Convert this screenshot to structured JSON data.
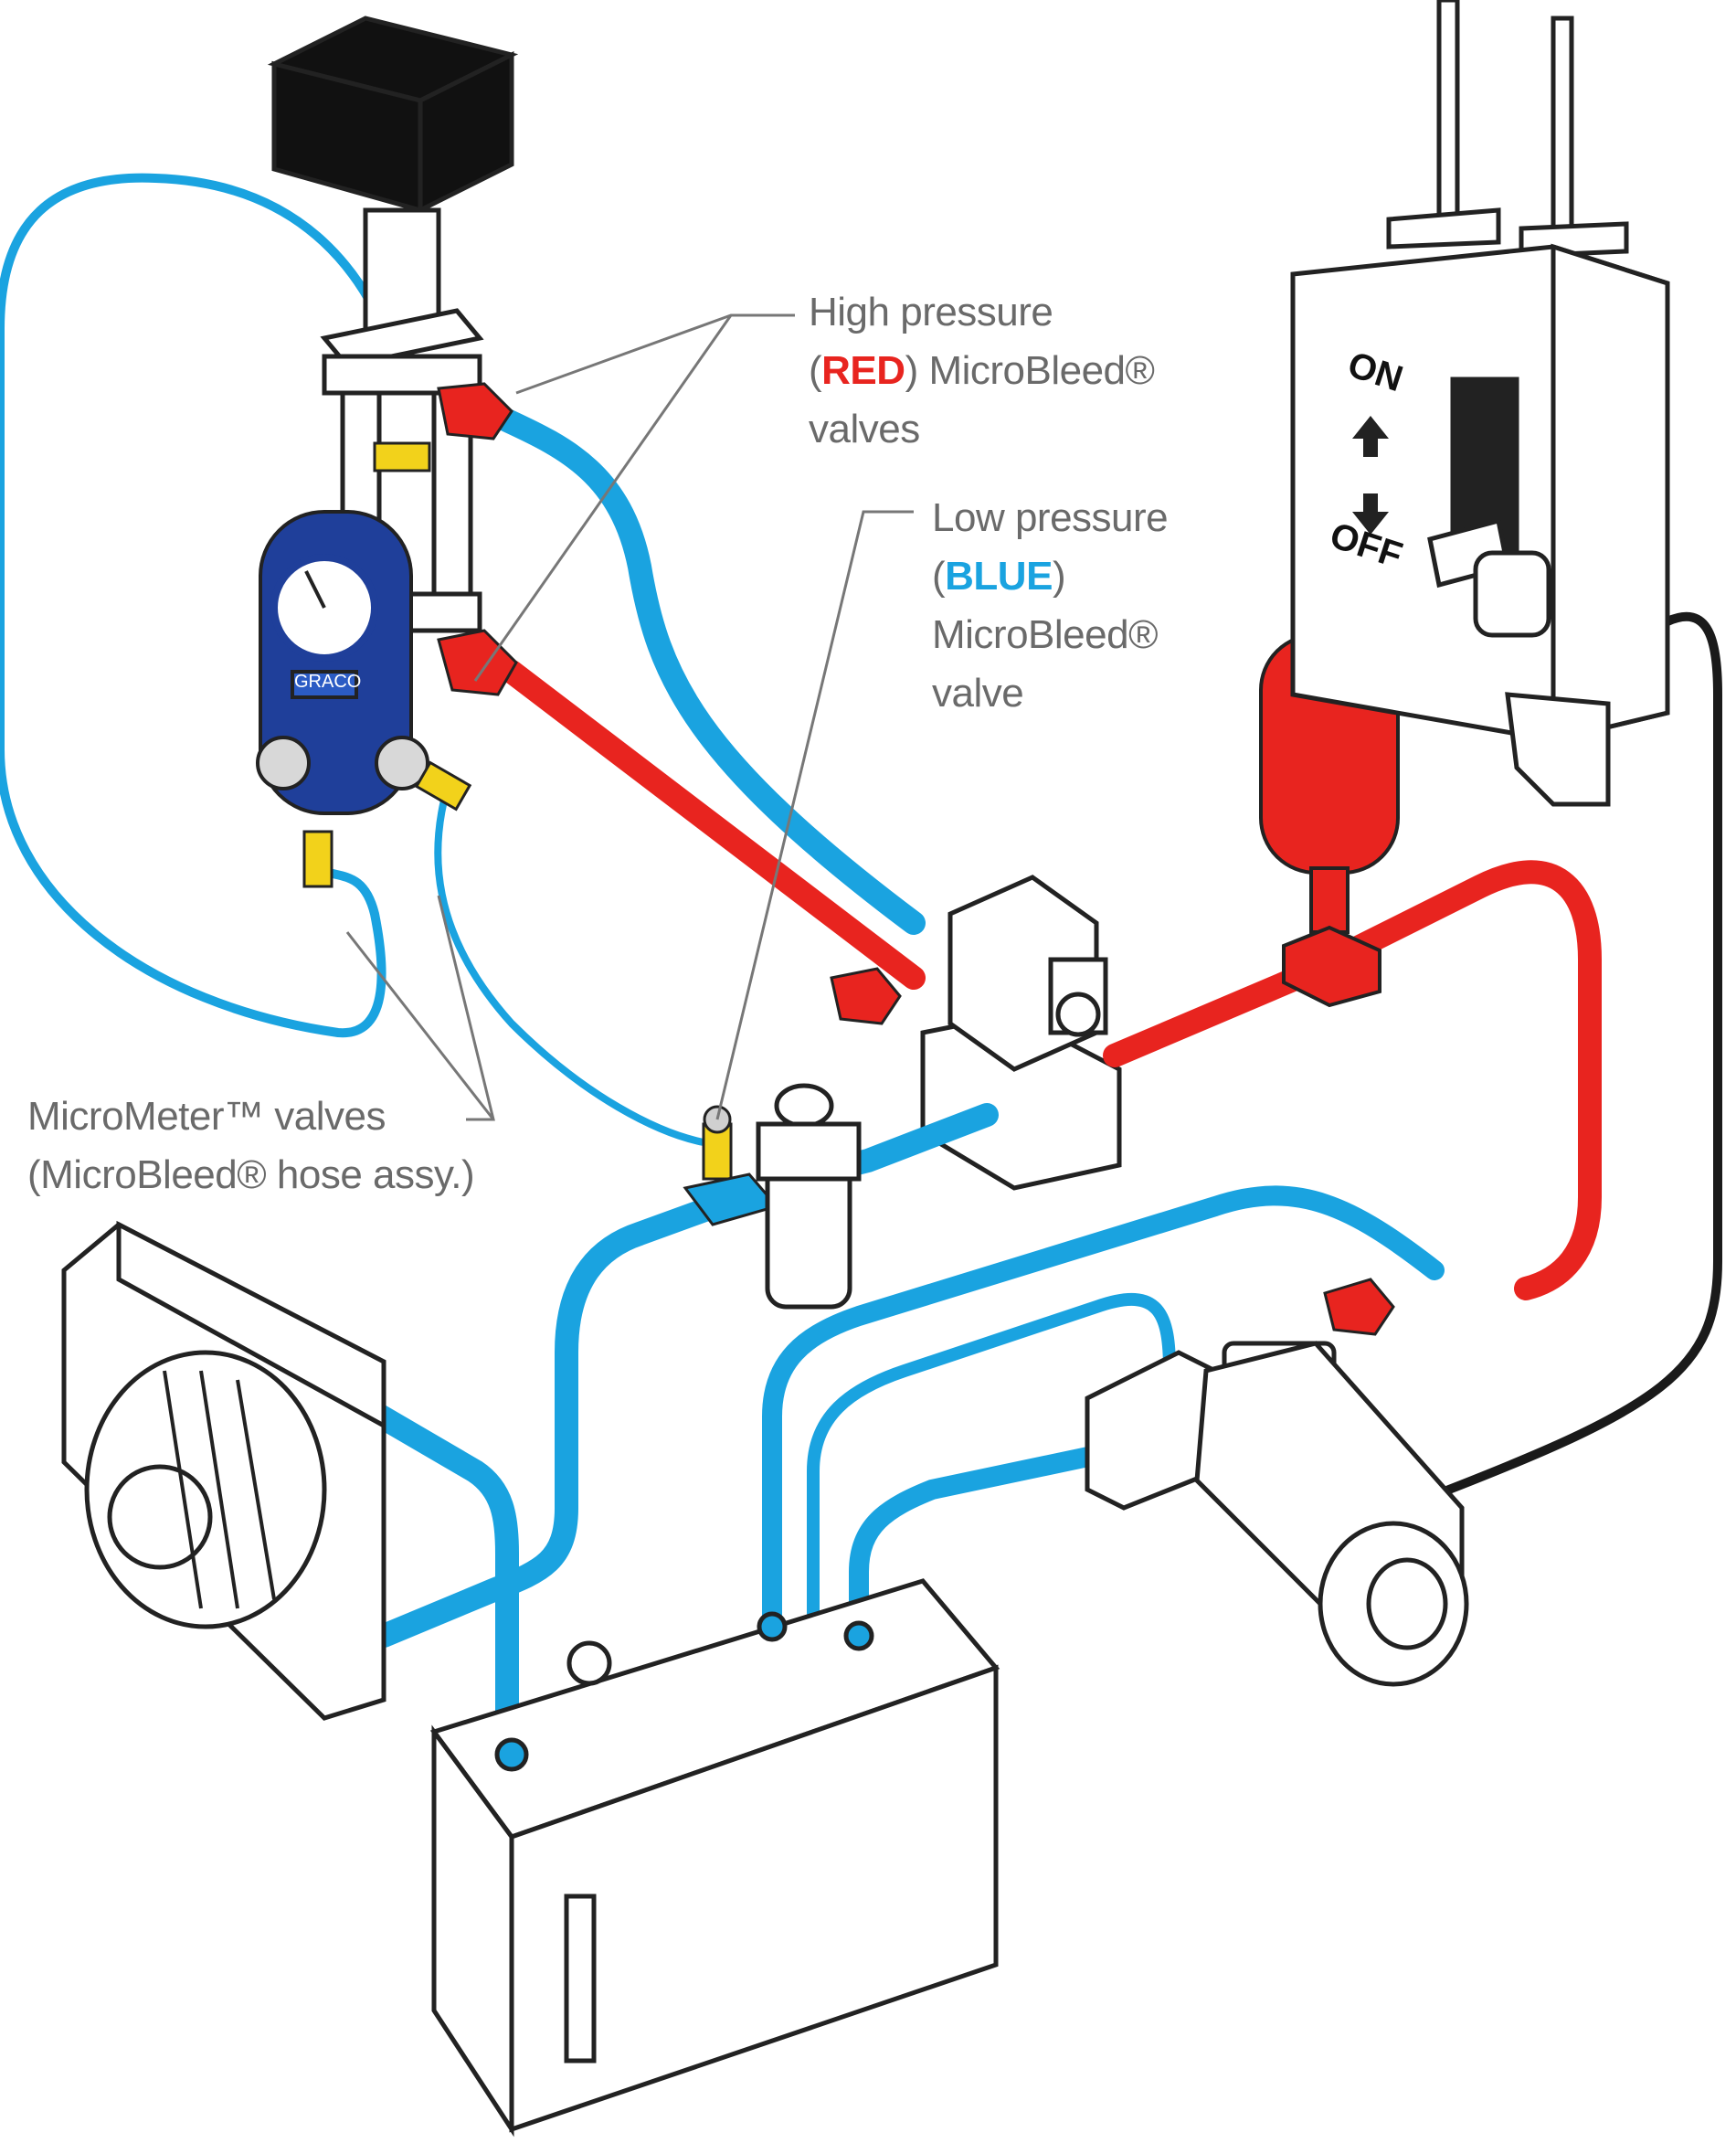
{
  "labels": {
    "high_pressure": {
      "line1": "High pressure",
      "open_paren": "(",
      "color_word": "RED",
      "close_rest": ") MicroBleed®",
      "line3": "valves"
    },
    "low_pressure": {
      "line1": "Low pressure",
      "open_paren": "(",
      "color_word": "BLUE",
      "close_rest": ")",
      "line3": "MicroBleed®",
      "line4": "valve"
    },
    "micrometer": {
      "line1": "MicroMeter™ valves",
      "line2": "(MicroBleed® hose assy.)"
    }
  },
  "switch": {
    "on": "ON",
    "off": "OFF"
  },
  "gauge_brand": "GRACO",
  "colors": {
    "high_pressure": "#e8241f",
    "low_pressure": "#1aa3e0",
    "electrical": "#1a1a1a",
    "fitting": "#f2d21b",
    "gauge_body": "#1f3f9a",
    "outline": "#222222"
  }
}
